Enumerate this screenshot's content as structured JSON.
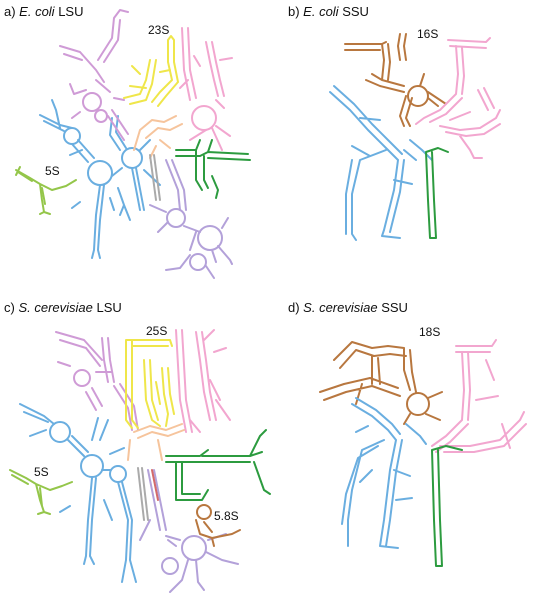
{
  "panels": {
    "a": {
      "prefix": "a) ",
      "species": "E. coli",
      "suffix": " LSU"
    },
    "b": {
      "prefix": "b) ",
      "species": "E. coli",
      "suffix": " SSU"
    },
    "c": {
      "prefix": "c) ",
      "species": "S. cerevisiae",
      "suffix": " LSU"
    },
    "d": {
      "prefix": "d) ",
      "species": "S. cerevisiae",
      "suffix": " SSU"
    }
  },
  "labels": {
    "a_23s": "23S",
    "a_5s": "5S",
    "b_16s": "16S",
    "c_25s": "25S",
    "c_5s": "5S",
    "c_58s": "5.8S",
    "d_18s": "18S"
  },
  "colors": {
    "blue": "#6aaee0",
    "pink": "#f2a6cf",
    "yellow": "#efe64a",
    "peach": "#f6c49c",
    "green": "#2c9b3f",
    "purple": "#b3a1d9",
    "violet": "#cf9bd6",
    "lime": "#94c64a",
    "brown": "#b8773f"
  }
}
